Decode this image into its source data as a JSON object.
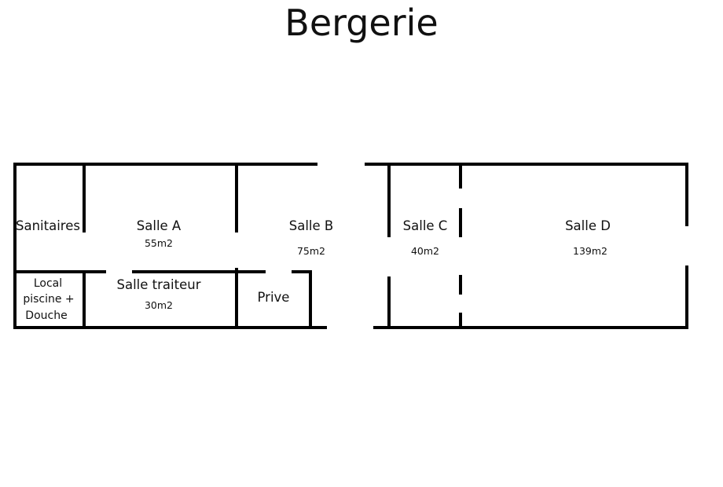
{
  "plan": {
    "title": "Bergerie",
    "rooms": {
      "sanitaires": {
        "name": "Sanitaires"
      },
      "salle_a": {
        "name": "Salle A",
        "area": "55m2"
      },
      "salle_b": {
        "name": "Salle B",
        "area": "75m2"
      },
      "salle_c": {
        "name": "Salle C",
        "area": "40m2"
      },
      "salle_d": {
        "name": "Salle D",
        "area": "139m2"
      },
      "local_piscine": {
        "lines": [
          "Local",
          "piscine +",
          "Douche"
        ]
      },
      "salle_traiteur": {
        "name": "Salle traiteur",
        "area": "30m2"
      },
      "prive": {
        "name": "Prive"
      }
    }
  }
}
